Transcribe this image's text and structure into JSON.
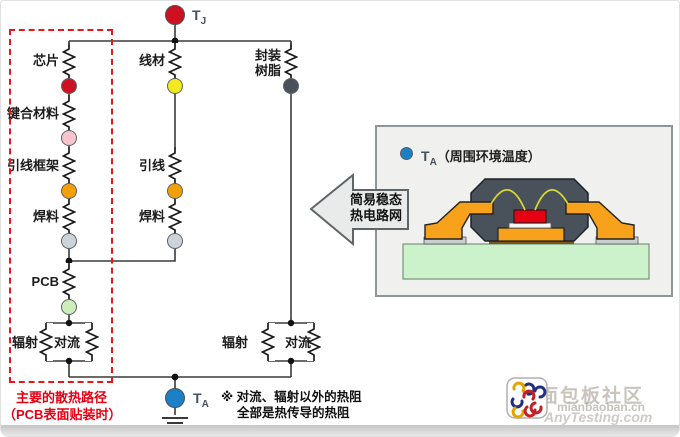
{
  "nodes": {
    "tj_base": "T",
    "tj_sub": "J",
    "ta_base": "T",
    "ta_sub": "A"
  },
  "labels": {
    "chip": "芯片",
    "bonding_material": "键合材料",
    "lead_frame": "引线框架",
    "solder_left": "焊料",
    "pcb": "PCB",
    "radiation_left": "辐射",
    "convection_left": "对流",
    "wire": "线材",
    "lead": "引线",
    "solder_middle": "焊料",
    "resin_line1": "封装",
    "resin_line2": "树脂",
    "radiation_right": "辐射",
    "convection_right": "对流",
    "main_path_line1": "主要的散热路径",
    "main_path_line2": "（PCB表面贴装时）",
    "note_line1": "※ 对流、辐射以外的热阻",
    "note_line2": "全部是热传导的热阻"
  },
  "arrow": {
    "line1": "简易稳态",
    "line2": "热电路网"
  },
  "panel": {
    "ta_base": "T",
    "ta_sub": "A",
    "ta_desc": "（周围环境温度）"
  },
  "watermark": {
    "site_name": "面包板社区",
    "url": "mianbaoban.cn",
    "url2": "AnyTesting.com"
  },
  "colors": {
    "tj_node": "#cf1020",
    "ta_node": "#1b80c5",
    "chip_node": "#cf1020",
    "bonding_node": "#f6c5ce",
    "lead_frame_node": "#f2a007",
    "solder_left_node": "#ccd3da",
    "pcb_node": "#cdeebb",
    "wire_node": "#f4e91e",
    "lead_node": "#f2a007",
    "solder_middle_node": "#ccd3da",
    "resin_node": "#49525a",
    "panel_ta_node": "#1b80c5",
    "dashed_box": "#e61717",
    "caption_red": "#e60012",
    "resin_body": "#49525a",
    "die_red": "#e60012",
    "lead_orange": "#f7a21a",
    "pcb_green": "#ccf2cb",
    "bond_wire": "#d8d833"
  }
}
